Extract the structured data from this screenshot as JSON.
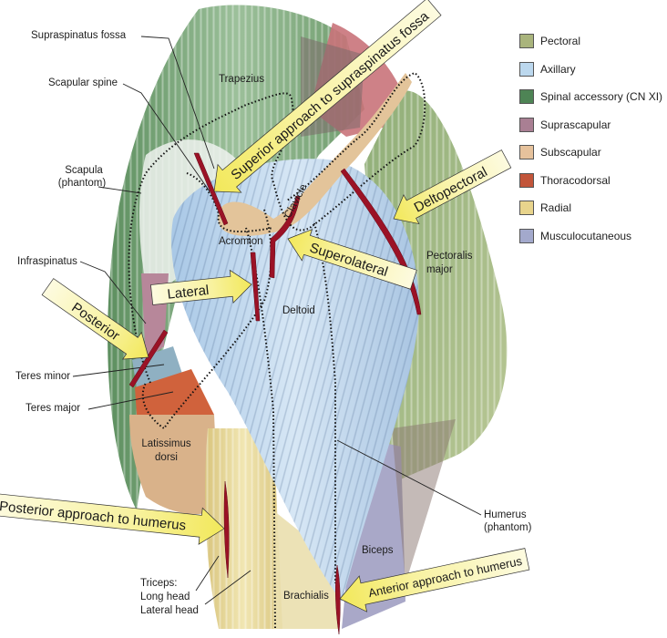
{
  "figure": {
    "legend": [
      {
        "label": "Pectoral",
        "color": "#a9b47c"
      },
      {
        "label": "Axillary",
        "color": "#bcd8ee"
      },
      {
        "label": "Spinal accessory (CN XI)",
        "color": "#4e8455"
      },
      {
        "label": "Suprascapular",
        "color": "#a97f93"
      },
      {
        "label": "Subscapular",
        "color": "#e6c29c"
      },
      {
        "label": "Thoracodorsal",
        "color": "#c2553a"
      },
      {
        "label": "Radial",
        "color": "#e8d48c"
      },
      {
        "label": "Musculocutaneous",
        "color": "#a3a9cc"
      }
    ],
    "callout_labels": {
      "supraspinatus_fossa": "Supraspinatus fossa",
      "scapular_spine": "Scapular spine",
      "scapula_phantom_1": "Scapula",
      "scapula_phantom_2": "(phantom)",
      "infraspinatus": "Infraspinatus",
      "teres_minor": "Teres minor",
      "teres_major": "Teres major",
      "triceps_1": "Triceps:",
      "triceps_2": "Long head",
      "triceps_3": "Lateral head",
      "humerus_phantom_1": "Humerus",
      "humerus_phantom_2": "(phantom)"
    },
    "muscle_labels": {
      "trapezius": "Trapezius",
      "clavicle": "Clavicle",
      "acromion": "Acromion",
      "deltoid": "Deltoid",
      "pectoralis_1": "Pectoralis",
      "pectoralis_2": "major",
      "latissimus_1": "Latissimus",
      "latissimus_2": "dorsi",
      "biceps": "Biceps",
      "brachialis": "Brachialis"
    },
    "approach_arrows": {
      "superior_supraspinatus": "Superior approach to supraspinatus fossa",
      "deltopectoral": "Deltopectoral",
      "superolateral": "Superolateral",
      "lateral": "Lateral",
      "posterior": "Posterior",
      "posterior_humerus": "Posterior approach to humerus",
      "anterior_humerus": "Anterior approach to humerus"
    },
    "colors": {
      "incision": "#9b1226",
      "arrow_fill": "#f6ef8a",
      "arrow_fill_light": "#fdfbe0",
      "trapezius_green": "#6e9b6c",
      "pectoral_green": "#9fb07a",
      "deltoid_blue": "#b9d3ea",
      "latissimus_tan": "#d9b28a",
      "teres_major_orange": "#d0623c",
      "triceps_yellow": "#e7d68f",
      "biceps_purple": "#a9a8c8",
      "infraspinatus_mauve": "#b7879a",
      "clavicle_tan": "#e3c49a",
      "supraspinatus_red": "#c9737a"
    }
  }
}
